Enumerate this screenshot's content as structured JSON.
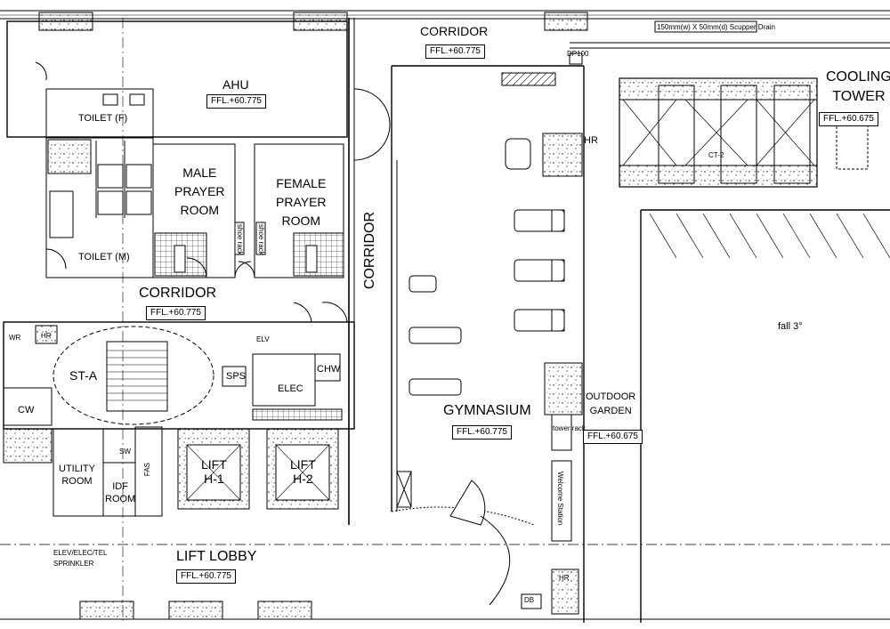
{
  "rooms": {
    "ahu": "AHU",
    "toilet_f": "TOILET (F)",
    "toilet_m": "TOILET (M)",
    "male_prayer": [
      "MALE",
      "PRAYER",
      "ROOM"
    ],
    "female_prayer": [
      "FEMALE",
      "PRAYER",
      "ROOM"
    ],
    "shoe_rack": "shoe rack",
    "corridor": "CORRIDOR",
    "st_a": "ST-A",
    "sps": "SPS",
    "elec": "ELEC",
    "chw": "CHW",
    "elv": "ELV",
    "cw": "CW",
    "wr": "WR",
    "hr": "HR",
    "utility_room": [
      "UTILITY",
      "ROOM"
    ],
    "idf_room": [
      "IDF",
      "ROOM"
    ],
    "fas": "FAS",
    "sw": "SW",
    "lift_h1": [
      "LIFT",
      "H-1"
    ],
    "lift_h2": [
      "LIFT",
      "H-2"
    ],
    "lift_lobby": "LIFT LOBBY",
    "riser": [
      "ELEV/ELEC/TEL",
      "SPRINKLER"
    ],
    "gymnasium": "GYMNASIUM",
    "outdoor_garden": [
      "OUTDOOR",
      "GARDEN"
    ],
    "cooling_tower": [
      "COOLING",
      "TOWER"
    ],
    "tower_rack": "tower rack",
    "welcome_station": "Welcome Station",
    "db": "DB",
    "ct2": "CT-2"
  },
  "levels": {
    "main": "FFL.+60.775",
    "outdoor": "FFL.+60.675"
  },
  "notes": {
    "fall": "fall 3°",
    "drain": "150mm(w) X 50mm(d) Scupper Drain",
    "dp": "DP100"
  }
}
